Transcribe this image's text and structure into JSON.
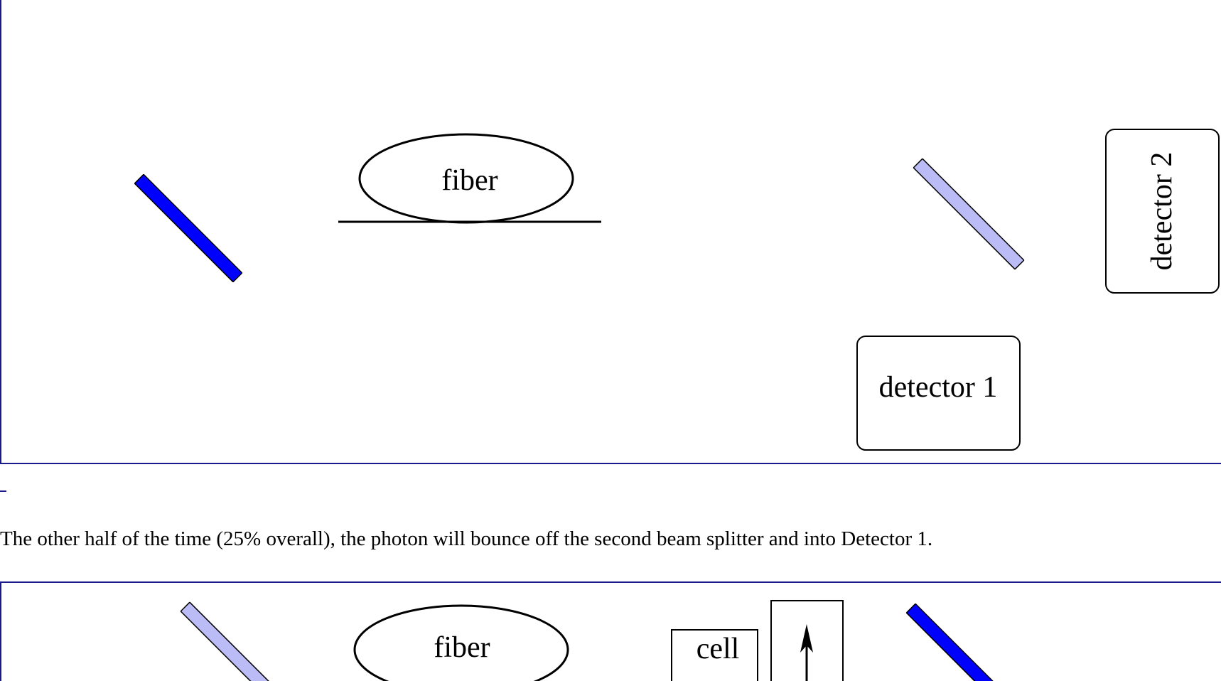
{
  "top_diagram": {
    "fiber_label": "fiber",
    "detector_1_label": "detector 1",
    "detector_2_label": "detector 2"
  },
  "caption": "The other half of the time (25% overall), the photon will bounce off the second beam splitter and into Detector 1.",
  "bottom_diagram": {
    "fiber_label": "fiber",
    "cell_label": "cell"
  },
  "colors": {
    "mirror": "#0000ff",
    "beam_splitter": "#bbbbf5",
    "frame_border": "#1a1a8c"
  }
}
